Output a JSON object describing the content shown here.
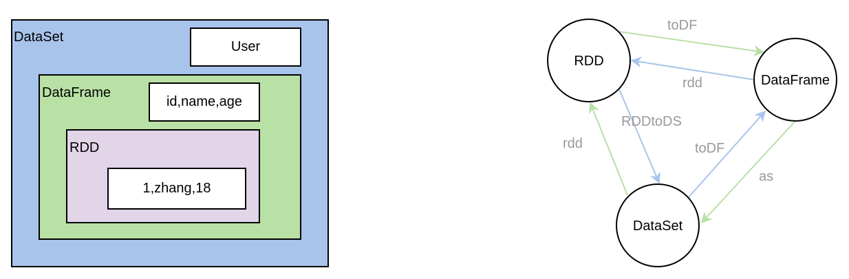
{
  "nested": {
    "dataset_label": "DataSet",
    "user_label": "User",
    "dataframe_label": "DataFrame",
    "schema_label": "id,name,age",
    "rdd_label": "RDD",
    "row_label": "1,zhang,18",
    "colors": {
      "dataset_fill": "#a9c4eb",
      "dataframe_fill": "#b9e0a5",
      "rdd_fill": "#e1d5e7",
      "inner_fill": "#ffffff"
    }
  },
  "graph": {
    "nodes": {
      "rdd": "RDD",
      "dataframe": "DataFrame",
      "dataset": "DataSet"
    },
    "edges": {
      "rdd_to_dataframe": "toDF",
      "dataframe_to_rdd": "rdd",
      "rdd_to_dataset": "RDDtoDS",
      "dataset_to_rdd": "rdd",
      "dataset_to_dataframe": "toDF",
      "dataframe_to_dataset": "as"
    },
    "colors": {
      "green_edge": "#b9e0a5",
      "blue_edge": "#a9c4eb",
      "edge_label": "#999999"
    }
  }
}
